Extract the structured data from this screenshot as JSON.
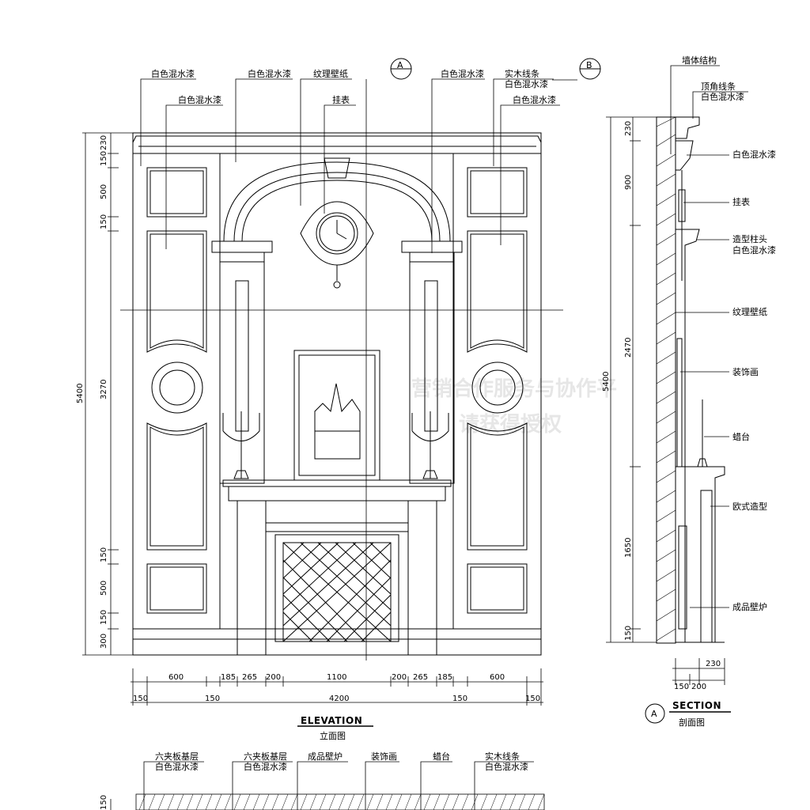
{
  "elevation": {
    "title_en": "ELEVATION",
    "title_cn": "立面图",
    "section_markers": [
      {
        "letter": "A"
      },
      {
        "letter": "B"
      }
    ],
    "callouts_top": [
      "白色混水漆",
      "白色混水漆",
      "白色混水漆",
      "纹理壁纸",
      "挂表",
      "白色混水漆",
      "实木线条",
      "白色混水漆",
      "白色混水漆"
    ],
    "left_dims_inner": [
      "230",
      "150",
      "500",
      "150",
      "3270",
      "150",
      "500",
      "150",
      "300"
    ],
    "left_dim_total": "5400",
    "bottom_dims_row1": [
      "600",
      "185",
      "265",
      "200",
      "1100",
      "200",
      "265",
      "185",
      "600"
    ],
    "bottom_dims_row2": [
      "150",
      "150",
      "4200",
      "150",
      "150"
    ]
  },
  "section": {
    "title_en": "SECTION",
    "title_cn": "剖面图",
    "marker_letter": "A",
    "labels": [
      "墙体结构",
      "顶角线条",
      "白色混水漆",
      "白色混水漆",
      "挂表",
      "造型柱头",
      "白色混水漆",
      "纹理壁纸",
      "装饰画",
      "蜡台",
      "欧式造型",
      "成品壁炉"
    ],
    "dims": [
      "230",
      "900",
      "2470",
      "1650",
      "150"
    ],
    "dim_total": "5400",
    "bottom_dims": [
      "230",
      "150",
      "200"
    ]
  },
  "plan_labels": [
    "六夹板基层",
    "白色混水漆",
    "六夹板基层",
    "白色混水漆",
    "成品壁炉",
    "装饰画",
    "蜡台",
    "实木线条",
    "白色混水漆"
  ],
  "plan_dim": "150",
  "watermark": [
    "营销合作服务与协作平",
    "请获得授权"
  ]
}
